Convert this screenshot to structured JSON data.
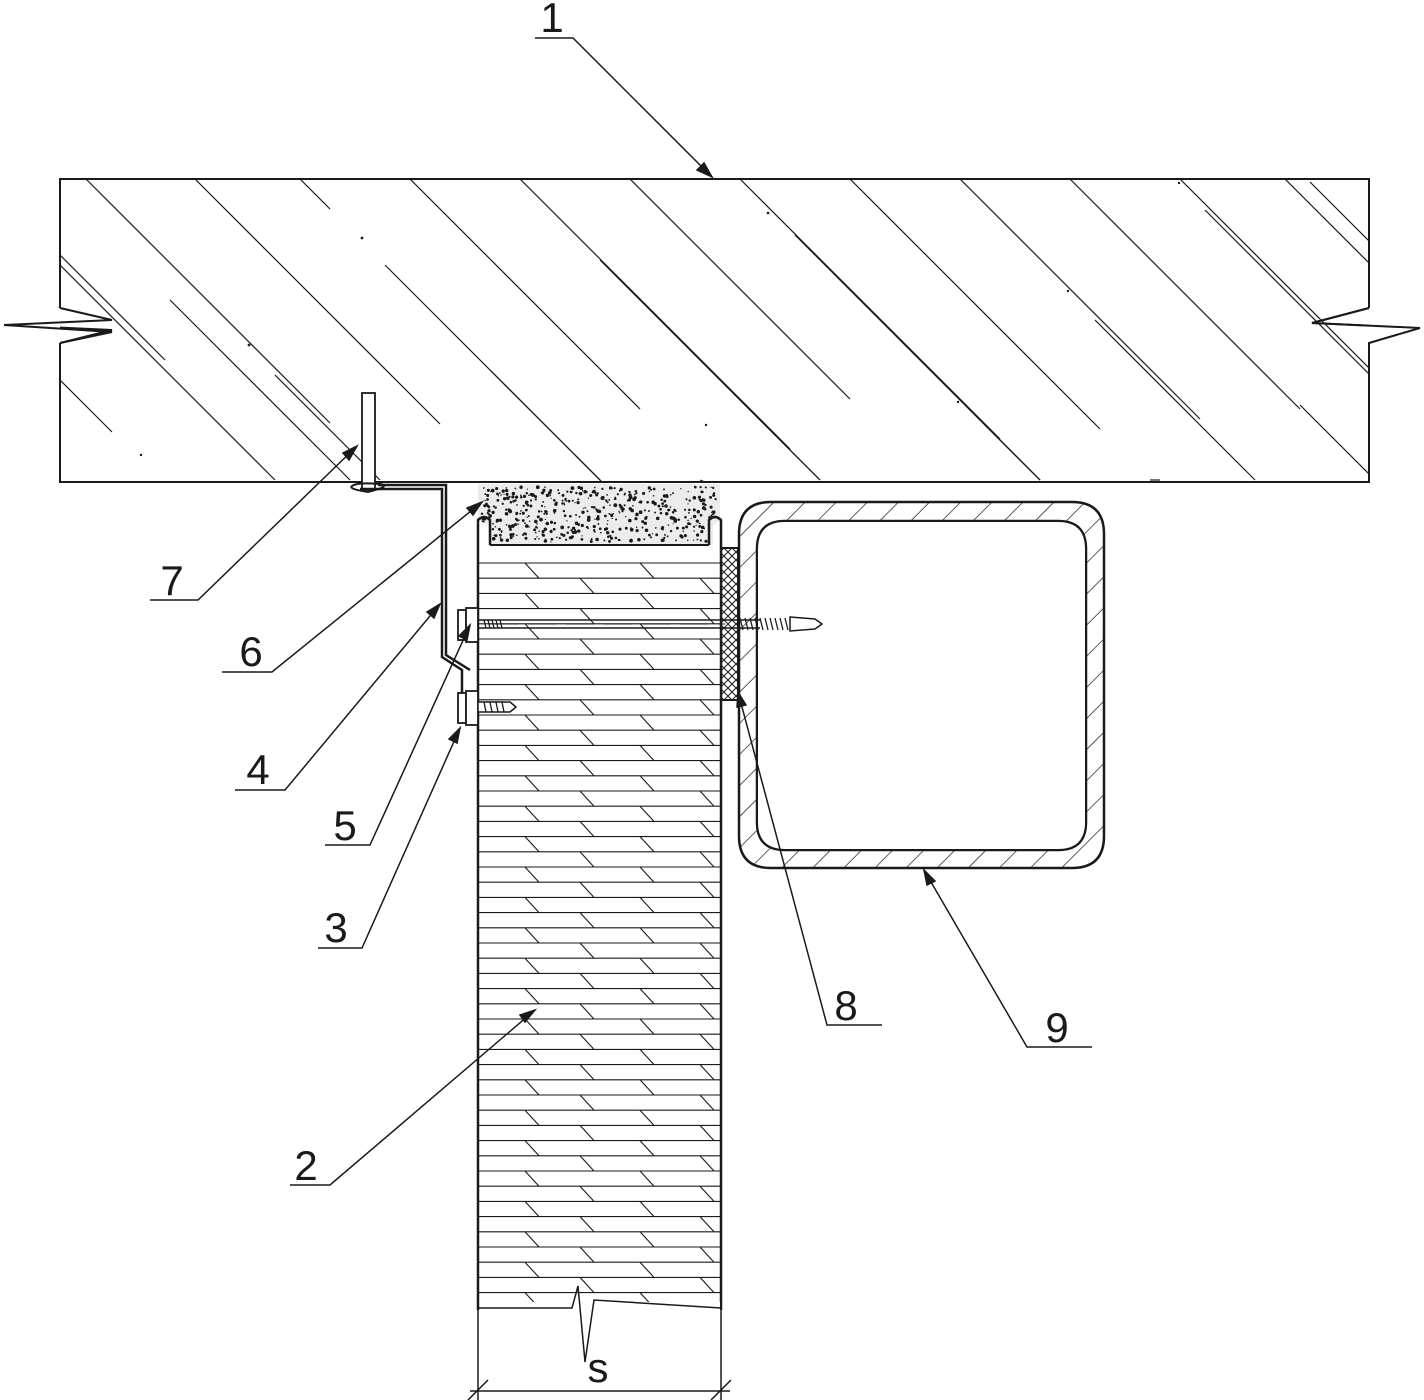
{
  "callouts": [
    {
      "id": "slab",
      "number": "1"
    },
    {
      "id": "panel",
      "number": "2"
    },
    {
      "id": "screw-short",
      "number": "3"
    },
    {
      "id": "bracket",
      "number": "4"
    },
    {
      "id": "screw-long",
      "number": "5"
    },
    {
      "id": "sealant",
      "number": "6"
    },
    {
      "id": "anchor",
      "number": "7"
    },
    {
      "id": "gasket",
      "number": "8"
    },
    {
      "id": "steel-tube",
      "number": "9"
    }
  ],
  "dimension": {
    "label": "s"
  }
}
